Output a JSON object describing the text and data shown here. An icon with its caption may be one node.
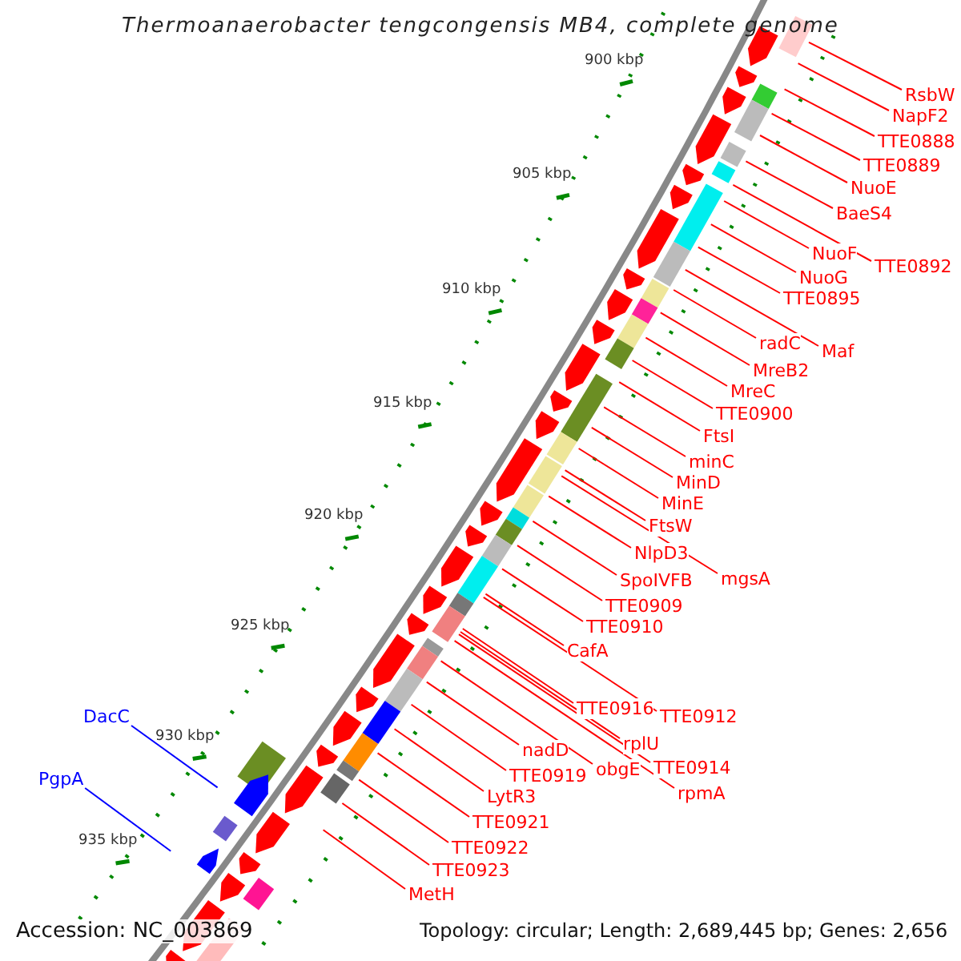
{
  "diagram": {
    "title": "Thermoanaerobacter tengcongensis MB4, complete genome",
    "nodes": [
      {
        "text": [
          "RsbW"
        ]
      },
      {
        "text": [
          "NapF2"
        ]
      },
      {
        "text": [
          "TTE0888"
        ]
      },
      {
        "text": [
          "TTE0889"
        ]
      },
      {
        "text": [
          "NuoE"
        ]
      },
      {
        "text": [
          "BaeS4"
        ]
      },
      {
        "text": [
          "NuoF"
        ]
      },
      {
        "text": [
          "TTE0892"
        ]
      },
      {
        "text": [
          "NuoG"
        ]
      },
      {
        "text": [
          "TTE0895"
        ]
      },
      {
        "text": [
          "radC"
        ]
      },
      {
        "text": [
          "Maf"
        ]
      },
      {
        "text": [
          "MreB2"
        ]
      },
      {
        "text": [
          "MreC"
        ]
      },
      {
        "text": [
          "TTE0900"
        ]
      },
      {
        "text": [
          "FtsI"
        ]
      },
      {
        "text": [
          "minC"
        ]
      },
      {
        "text": [
          "MinD"
        ]
      },
      {
        "text": [
          "MinE"
        ]
      },
      {
        "text": [
          "FtsW"
        ]
      },
      {
        "text": [
          "NlpD3"
        ]
      },
      {
        "text": [
          "mgsA"
        ]
      },
      {
        "text": [
          "SpoIVFB"
        ]
      },
      {
        "text": [
          "TTE0909"
        ]
      },
      {
        "text": [
          "TTE0910"
        ]
      },
      {
        "text": [
          "CafA"
        ]
      },
      {
        "text": [
          "TTE0916"
        ]
      },
      {
        "text": [
          "TTE0912"
        ]
      },
      {
        "text": [
          "rplU"
        ]
      },
      {
        "text": [
          "nadD"
        ]
      },
      {
        "text": [
          "TTE0914"
        ]
      },
      {
        "text": [
          "obgE"
        ]
      },
      {
        "text": [
          "TTE0919"
        ]
      },
      {
        "text": [
          "rpmA"
        ]
      },
      {
        "text": [
          "LytR3"
        ]
      },
      {
        "text": [
          "TTE0921"
        ]
      },
      {
        "text": [
          "TTE0922"
        ]
      },
      {
        "text": [
          "TTE0923"
        ]
      },
      {
        "text": [
          "MetH"
        ]
      },
      {
        "text": [
          "DacC"
        ]
      },
      {
        "text": [
          "PgpA"
        ]
      }
    ],
    "edges": [
      {
        "from": 0,
        "to": null,
        "arrow": "none"
      },
      {
        "from": 1,
        "to": null,
        "arrow": "none"
      },
      {
        "from": 2,
        "to": null,
        "arrow": "none"
      },
      {
        "from": 3,
        "to": null,
        "arrow": "none"
      },
      {
        "from": 4,
        "to": null,
        "arrow": "none"
      },
      {
        "from": 5,
        "to": null,
        "arrow": "none"
      },
      {
        "from": 6,
        "to": null,
        "arrow": "none"
      },
      {
        "from": 7,
        "to": null,
        "arrow": "none"
      },
      {
        "from": 8,
        "to": null,
        "arrow": "none"
      },
      {
        "from": 9,
        "to": null,
        "arrow": "none"
      },
      {
        "from": 10,
        "to": null,
        "arrow": "none"
      },
      {
        "from": 11,
        "to": null,
        "arrow": "none"
      },
      {
        "from": 12,
        "to": null,
        "arrow": "none"
      },
      {
        "from": 13,
        "to": null,
        "arrow": "none"
      },
      {
        "from": 14,
        "to": null,
        "arrow": "none"
      },
      {
        "from": 15,
        "to": null,
        "arrow": "none"
      },
      {
        "from": 16,
        "to": null,
        "arrow": "none"
      },
      {
        "from": 17,
        "to": null,
        "arrow": "none"
      },
      {
        "from": 18,
        "to": null,
        "arrow": "none"
      },
      {
        "from": 19,
        "to": null,
        "arrow": "none"
      },
      {
        "from": 20,
        "to": null,
        "arrow": "none"
      },
      {
        "from": 21,
        "to": null,
        "arrow": "none"
      },
      {
        "from": 22,
        "to": null,
        "arrow": "none"
      },
      {
        "from": 23,
        "to": null,
        "arrow": "none"
      },
      {
        "from": 24,
        "to": null,
        "arrow": "none"
      },
      {
        "from": 25,
        "to": null,
        "arrow": "none"
      },
      {
        "from": 26,
        "to": null,
        "arrow": "none"
      },
      {
        "from": 27,
        "to": null,
        "arrow": "none"
      },
      {
        "from": 28,
        "to": null,
        "arrow": "none"
      },
      {
        "from": 29,
        "to": null,
        "arrow": "none"
      },
      {
        "from": 30,
        "to": null,
        "arrow": "none"
      },
      {
        "from": 31,
        "to": null,
        "arrow": "none"
      },
      {
        "from": 32,
        "to": null,
        "arrow": "none"
      },
      {
        "from": 33,
        "to": null,
        "arrow": "none"
      },
      {
        "from": 34,
        "to": null,
        "arrow": "none"
      },
      {
        "from": 35,
        "to": null,
        "arrow": "none"
      },
      {
        "from": 36,
        "to": null,
        "arrow": "none"
      },
      {
        "from": 37,
        "to": null,
        "arrow": "none"
      },
      {
        "from": 38,
        "to": null,
        "arrow": "none"
      },
      {
        "from": 39,
        "to": null,
        "arrow": "none",
        "color": "#0000ff"
      },
      {
        "from": 40,
        "to": null,
        "arrow": "none",
        "color": "#0000ff"
      }
    ],
    "labels": [
      "900 kbp",
      "905 kbp",
      "910 kbp",
      "915 kbp",
      "920 kbp",
      "925 kbp",
      "930 kbp",
      "935 kbp",
      "Accession: NC_003869",
      "Topology: circular; Length: 2,689,445 bp; Genes: 2,656"
    ]
  }
}
